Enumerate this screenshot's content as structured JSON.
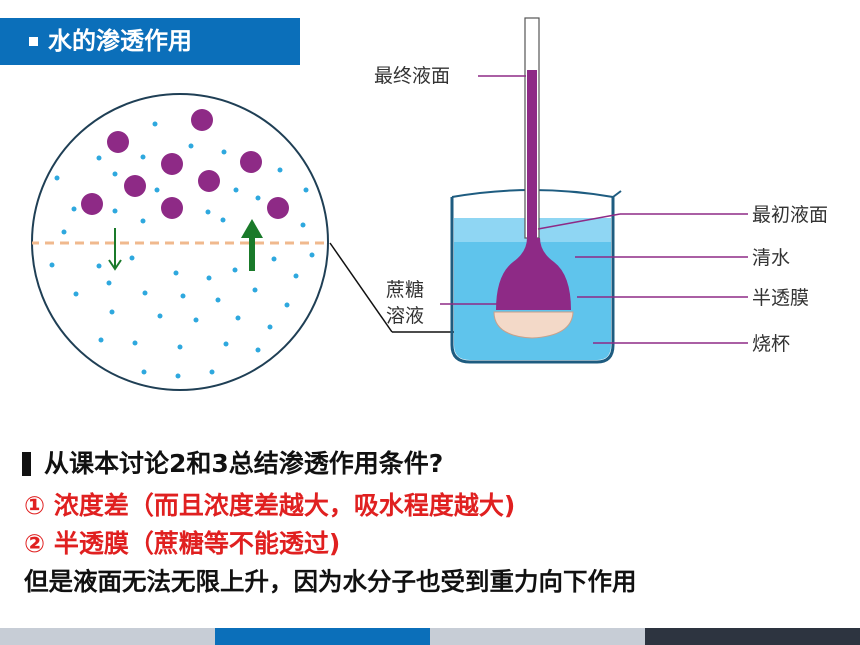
{
  "header": {
    "title": "水的渗透作用"
  },
  "diagram": {
    "labels": {
      "final_level": "最终液面",
      "initial_level": "最初液面",
      "clear_water": "清水",
      "membrane": "半透膜",
      "beaker": "烧杯",
      "sucrose_line1": "蔗糖",
      "sucrose_line2": "溶液"
    }
  },
  "content": {
    "question": "从课本讨论2和3总结渗透作用条件?",
    "point1": "① 浓度差（而且浓度差越大，吸水程度越大)",
    "point2": "② 半透膜（蔗糖等不能透过)",
    "conclusion": "但是液面无法无限上升，因为水分子也受到重力向下作用"
  },
  "colors": {
    "header_bg": "#0b6fba",
    "highlight": "#e02020",
    "sugar_molecule": "#8e2a86",
    "water_molecule": "#2ea8de",
    "arrow": "#1a7a2a",
    "water": "#5fc4ec"
  }
}
